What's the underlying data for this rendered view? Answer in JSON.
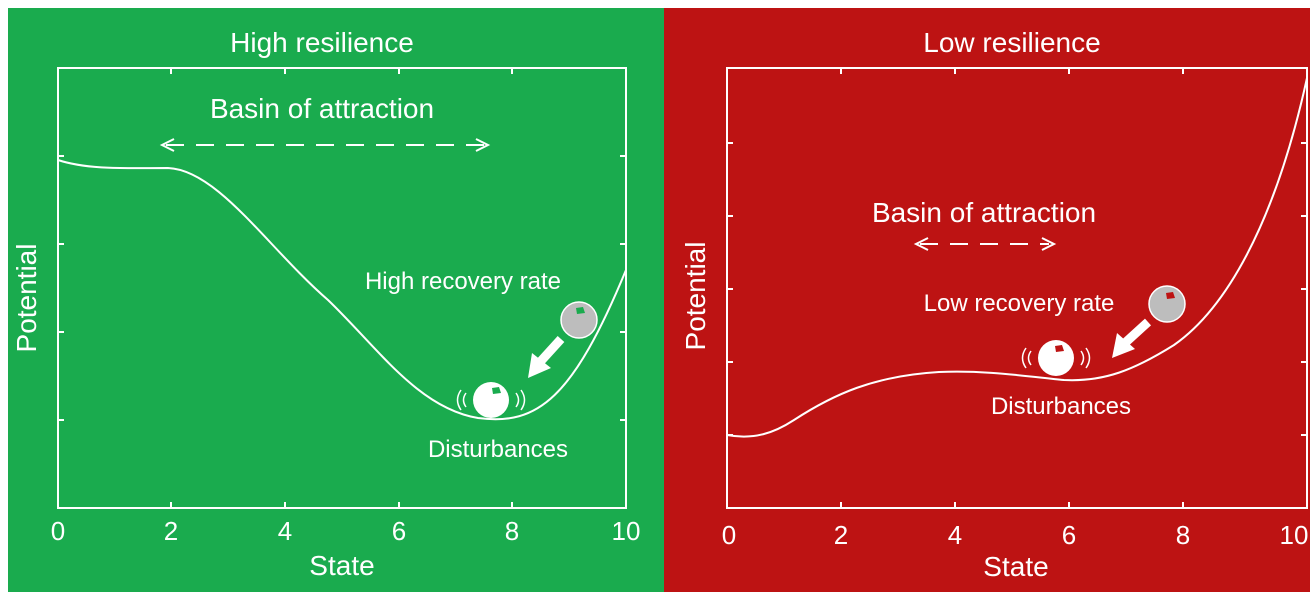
{
  "panels": [
    {
      "id": "high",
      "title": "High resilience",
      "bg_color": "#1aab4e",
      "basin_label": "Basin of attraction",
      "recovery_label": "High recovery rate",
      "disturbance_label": "Disturbances",
      "xlabel": "State",
      "ylabel": "Potential",
      "x_ticks": [
        "0",
        "2",
        "4",
        "6",
        "8",
        "10"
      ]
    },
    {
      "id": "low",
      "title": "Low resilience",
      "bg_color": "#bd1313",
      "basin_label": "Basin of attraction",
      "recovery_label": "Low recovery rate",
      "disturbance_label": "Disturbances",
      "xlabel": "State",
      "ylabel": "Potential",
      "x_ticks": [
        "0",
        "2",
        "4",
        "6",
        "8",
        "10"
      ]
    }
  ],
  "colors": {
    "line": "#ffffff",
    "ball_gray": "#bdbdbd",
    "ball_white": "#ffffff",
    "ball_marker": "#1aab4e"
  }
}
